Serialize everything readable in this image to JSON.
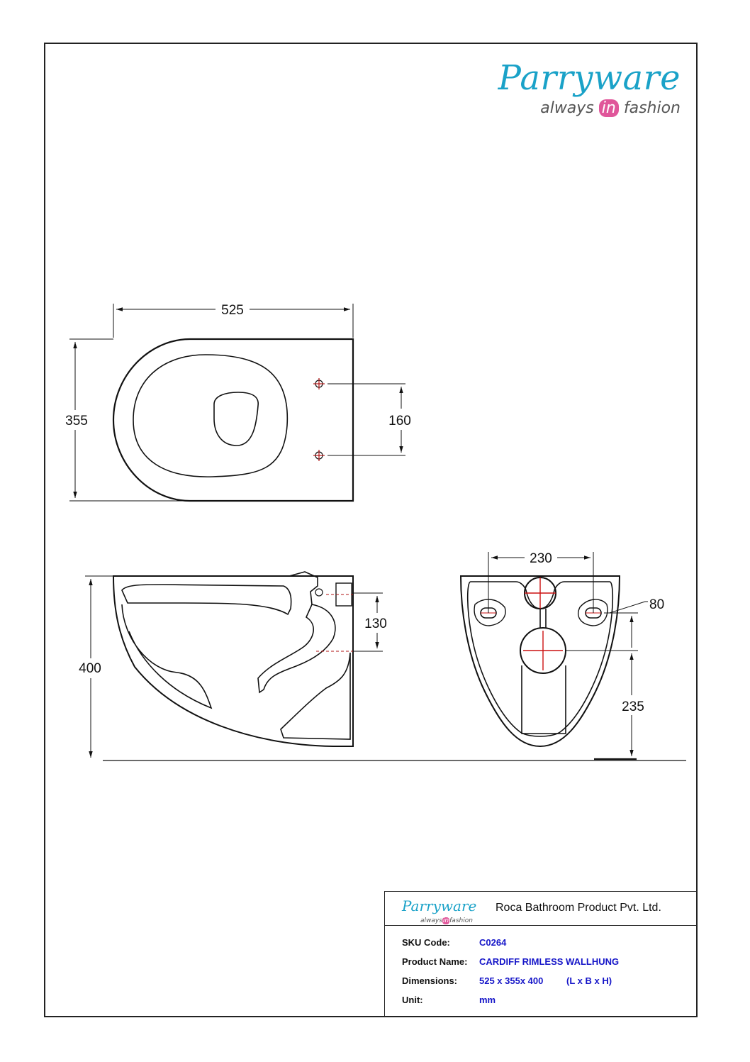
{
  "brand": {
    "name": "Parryware",
    "tagline_before": "always",
    "tagline_highlight": "in",
    "tagline_after": "fashion",
    "color": "#1aa2c8",
    "highlight_color": "#e0569a"
  },
  "dimensions": {
    "top_length": "525",
    "top_width": "355",
    "top_holes": "160",
    "side_height": "400",
    "side_outlet": "130",
    "rear_holes": "230",
    "rear_80": "80",
    "rear_235": "235"
  },
  "title_block": {
    "company": "Roca Bathroom Product Pvt. Ltd.",
    "rows": [
      {
        "label": "SKU Code:",
        "value": "C0264"
      },
      {
        "label": "Product Name:",
        "value": "CARDIFF RIMLESS WALLHUNG"
      },
      {
        "label": "Dimensions:",
        "value": "525 x 355x 400",
        "value2": "(L x B x H)"
      },
      {
        "label": "Unit:",
        "value": "mm"
      }
    ],
    "value_color": "#1515c8"
  }
}
